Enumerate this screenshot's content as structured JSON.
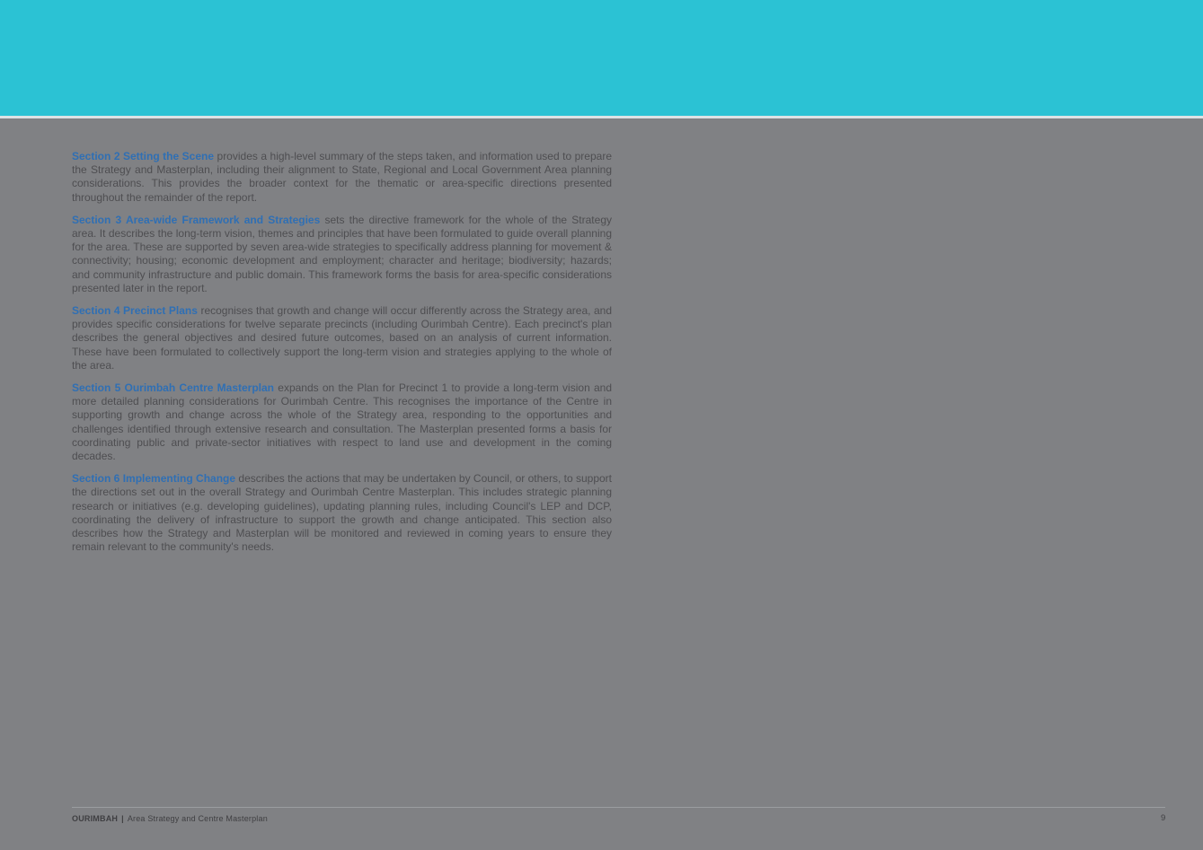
{
  "page": {
    "description": "Report page with section summaries",
    "page_number": "9"
  },
  "colors": {
    "header_teal": "#2bc2d4",
    "page_grey": "#808184",
    "heading_blue": "#2f6fb4",
    "body_text": "#4e4e51",
    "divider_light": "#dde2e5",
    "footer_rule": "#9b9da0"
  },
  "sections": [
    {
      "heading": "Section 2 Setting the Scene",
      "body": "provides a high-level summary of the steps taken, and information used to prepare the Strategy and Masterplan, including their alignment to State, Regional and Local Government Area planning considerations. This provides the broader context for the thematic or area-specific directions presented throughout the remainder of the report."
    },
    {
      "heading": "Section 3 Area-wide Framework and Strategies",
      "body": "sets the directive framework for the whole of the Strategy area. It describes the long-term vision, themes and principles that have been formulated to guide overall planning for the area. These are supported by seven area-wide strategies to specifically address planning for movement & connectivity; housing; economic development and employment; character and heritage; biodiversity; hazards; and community infrastructure and public domain. This framework forms the basis for area-specific considerations presented later in the report."
    },
    {
      "heading": "Section 4 Precinct Plans",
      "body": "recognises that growth and change will occur differently across the Strategy area, and provides specific considerations for twelve separate precincts (including Ourimbah Centre). Each precinct's plan describes the general objectives and desired future outcomes, based on an analysis of current information. These have been formulated to collectively support the long-term vision and strategies applying to the whole of the area."
    },
    {
      "heading": "Section 5 Ourimbah Centre Masterplan",
      "body": "expands on the Plan for Precinct 1 to provide a long-term vision and more detailed planning considerations for Ourimbah Centre. This recognises the importance of the Centre in supporting growth and change across the whole of the Strategy area, responding to the opportunities and challenges identified through extensive research and consultation. The Masterplan presented forms a basis for coordinating public and private-sector initiatives with respect to land use and development in the coming decades."
    },
    {
      "heading": "Section 6 Implementing Change",
      "body": "describes the actions that may be undertaken by Council, or others, to support the directions set out in the overall Strategy and Ourimbah Centre Masterplan. This includes strategic planning research or initiatives (e.g. developing guidelines), updating planning rules, including Council's LEP and DCP, coordinating the delivery of infrastructure to support the growth and change anticipated. This section also describes how the Strategy and Masterplan will be monitored and reviewed in coming years to ensure they remain relevant to the community's needs."
    }
  ],
  "footer": {
    "brand": "OURIMBAH",
    "separator": "|",
    "title": "Area Strategy and Centre Masterplan",
    "page_number": "9"
  }
}
